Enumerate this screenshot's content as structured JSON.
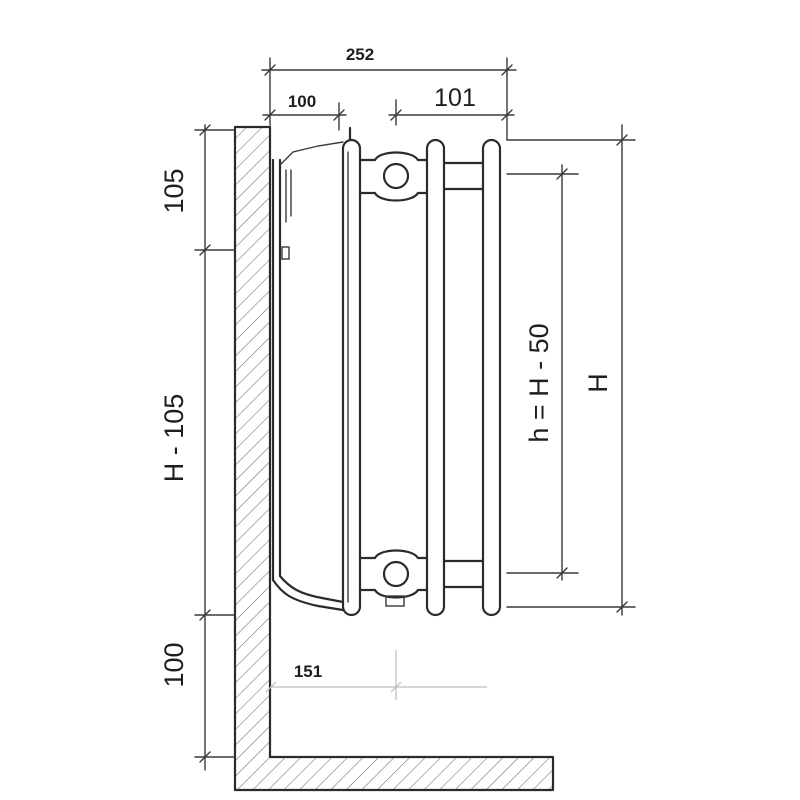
{
  "dimensions": {
    "total_depth": "252",
    "bracket_depth": "100",
    "radiator_depth": "101",
    "floor_offset": "151",
    "top_offset": "105",
    "middle_height": "H - 105",
    "bottom_offset": "100",
    "connection_height": "h = H - 50",
    "total_height": "H"
  },
  "colors": {
    "line": "#2b2b2b",
    "hatch": "#6e6e6e",
    "faint": "#bdbdbd"
  }
}
